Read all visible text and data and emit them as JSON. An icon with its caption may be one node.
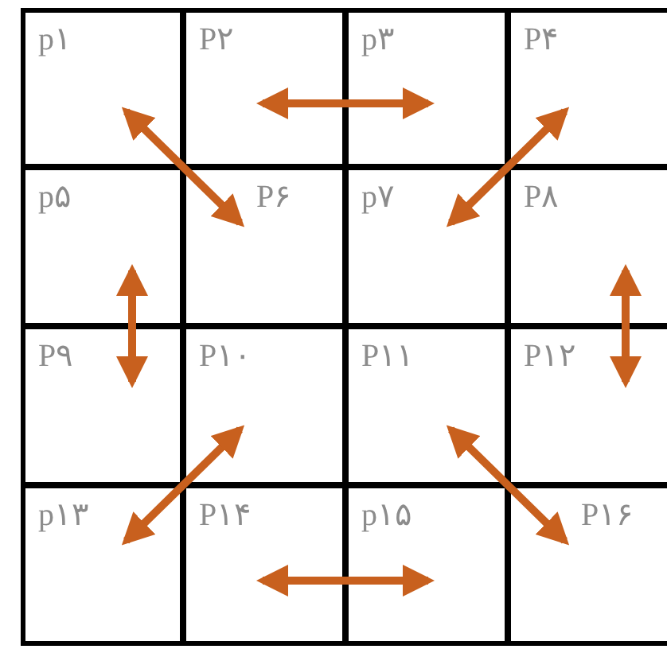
{
  "diagram": {
    "nodes": [
      {
        "text": [
          "p۱"
        ]
      },
      {
        "text": [
          "P۲"
        ]
      },
      {
        "text": [
          "p۳"
        ]
      },
      {
        "text": [
          "P۴"
        ]
      },
      {
        "text": [
          "p۵"
        ]
      },
      {
        "text": [
          "P۶"
        ]
      },
      {
        "text": [
          "p۷"
        ]
      },
      {
        "text": [
          "P۸"
        ]
      },
      {
        "text": [
          "P۹"
        ]
      },
      {
        "text": [
          "P۱۰"
        ]
      },
      {
        "text": [
          "P۱۱"
        ]
      },
      {
        "text": [
          "P۱۲"
        ]
      },
      {
        "text": [
          "p۱۳"
        ]
      },
      {
        "text": [
          "P۱۴"
        ]
      },
      {
        "text": [
          "p۱۵"
        ]
      },
      {
        "text": [
          "P۱۶"
        ]
      }
    ],
    "edges": [
      {
        "from": 0,
        "to": 5,
        "arrow": "both"
      },
      {
        "from": 1,
        "to": 2,
        "arrow": "both"
      },
      {
        "from": 3,
        "to": 6,
        "arrow": "both"
      },
      {
        "from": 4,
        "to": 8,
        "arrow": "both"
      },
      {
        "from": 7,
        "to": 11,
        "arrow": "both"
      },
      {
        "from": 9,
        "to": 12,
        "arrow": "both"
      },
      {
        "from": 10,
        "to": 15,
        "arrow": "both"
      },
      {
        "from": 13,
        "to": 14,
        "arrow": "both"
      }
    ]
  }
}
